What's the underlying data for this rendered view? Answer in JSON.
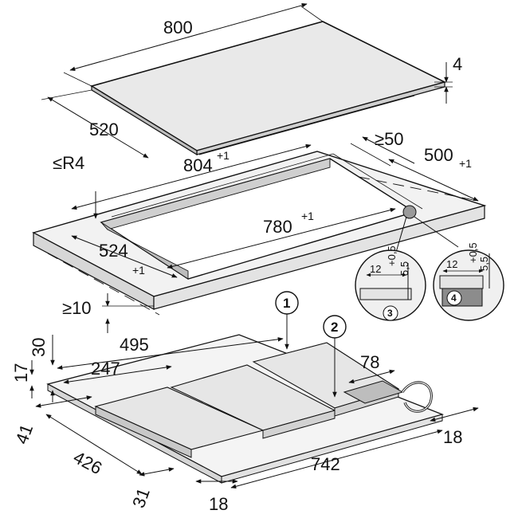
{
  "hob": {
    "width": "800",
    "depth": "520",
    "thickness": "4"
  },
  "cutout": {
    "radius": "≤R4",
    "outer_width": "804",
    "outer_width_tol": "+1",
    "min_clearance_back": "≥50",
    "outer_depth": "500",
    "outer_depth_tol": "+1",
    "inner_width": "780",
    "inner_width_tol": "+1",
    "inner_depth": "524",
    "inner_depth_tol": "+1",
    "min_front": "≥10"
  },
  "details": {
    "d3": {
      "width": "12",
      "tol": "+0,5",
      "depth": "5,5",
      "label": "3"
    },
    "d4": {
      "width": "12",
      "tol": "+0,5",
      "depth": "5,5",
      "label": "4"
    }
  },
  "underside": {
    "callout1": "1",
    "callout2": "2",
    "h_total": "30",
    "h_housing": "17",
    "w_495": "495",
    "w_247": "247",
    "w_78": "78",
    "w_41": "41",
    "d_426": "426",
    "w_742": "742",
    "w_31": "31",
    "w_18a": "18",
    "w_18b": "18"
  }
}
